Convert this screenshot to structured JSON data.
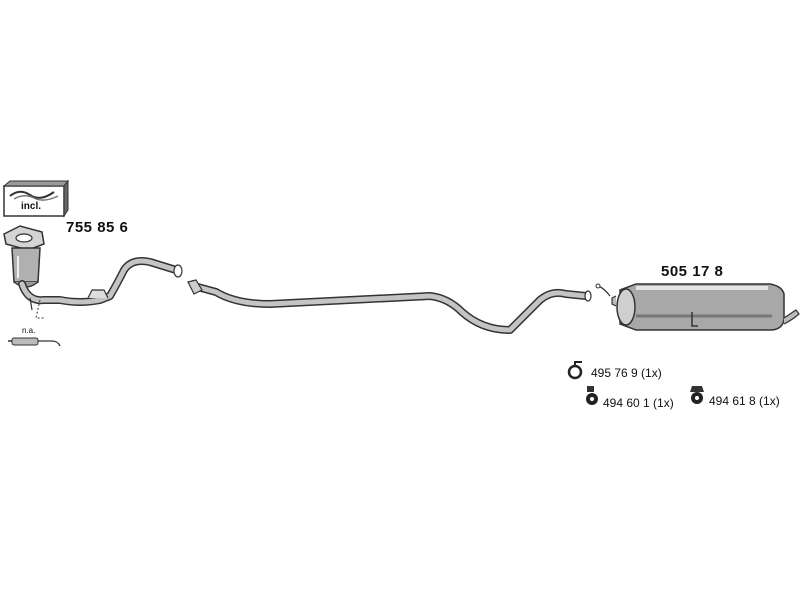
{
  "parts": {
    "catalytic_converter": {
      "number": "755 85 6"
    },
    "rear_silencer": {
      "number": "505 17 8"
    }
  },
  "kit_box": {
    "label": "incl."
  },
  "sensor_note": {
    "label": "n.a."
  },
  "accessories": [
    {
      "label": "495 76 9 (1x)",
      "icon": "clamp-icon"
    },
    {
      "label": "494 60 1 (1x)",
      "icon": "rubber-mount-icon"
    },
    {
      "label": "494 61 8 (1x)",
      "icon": "rubber-mount-icon"
    }
  ],
  "colors": {
    "line": "#333333",
    "pipe_fill": "#bdbdbd",
    "shadow": "#555555"
  }
}
